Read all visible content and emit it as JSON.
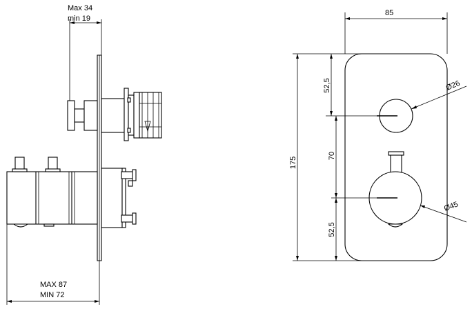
{
  "side_view": {
    "depth_max_label": "Max 34",
    "depth_min_label": "min 19",
    "body_max_label": "MAX 87",
    "body_min_label": "MIN 72"
  },
  "front_view": {
    "width_label": "85",
    "height_label": "175",
    "top_offset_label": "52,5",
    "spacing_label": "70",
    "bottom_offset_label": "52,5",
    "small_diameter_label": "Ø26",
    "large_diameter_label": "Ø45"
  }
}
